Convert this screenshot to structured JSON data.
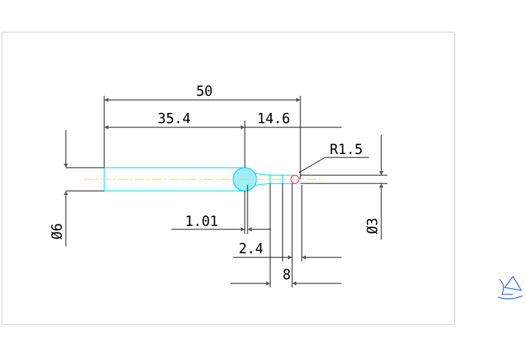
{
  "colors": {
    "sheet_border": "#c8c8c8",
    "line": "#000000",
    "part": "#00e5ff",
    "hatch": "#00c8ff",
    "centerline": "#e6e600",
    "detail": "#ff0066",
    "logo": "#3060ff"
  },
  "dimensions": {
    "overall_length": "50",
    "shank_length": "35.4",
    "head_length": "14.6",
    "shank_diameter": "Ø6",
    "tip_diameter": "Ø3",
    "ball_radius": "R1.5",
    "step_1": "1.01",
    "step_2": "2.4",
    "step_3": "8"
  },
  "logo_icon": "sailboat-logo-icon"
}
